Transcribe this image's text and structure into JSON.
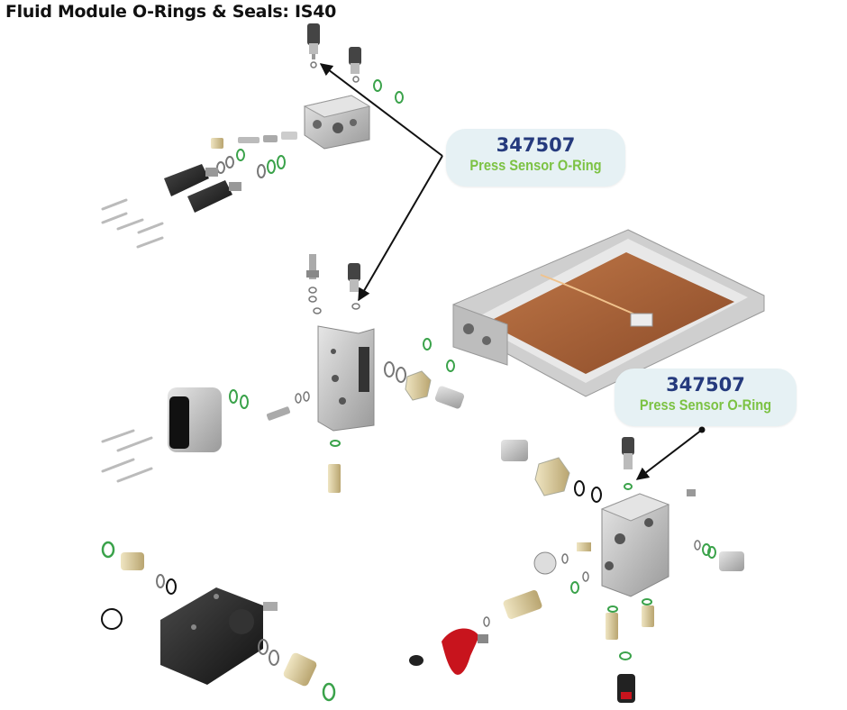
{
  "title": "Fluid Module O-Rings & Seals: IS40",
  "colors": {
    "part_number": "#253a7d",
    "part_desc": "#7cc243",
    "callout_bg": "#e6f1f4",
    "oring_green": "#3aa24a",
    "oring_grey": "#8c8c8c",
    "metal": "#c7c7c7",
    "metal_dark": "#8f8f8f",
    "black_part": "#222222",
    "brass": "#d8c79a",
    "copper": "#a8603a",
    "red_handle": "#c8141d",
    "arrow": "#111111"
  },
  "callouts": [
    {
      "part_number": "347507",
      "description": "Press Sensor O-Ring"
    },
    {
      "part_number": "347507",
      "description": "Press Sensor O-Ring"
    }
  ]
}
